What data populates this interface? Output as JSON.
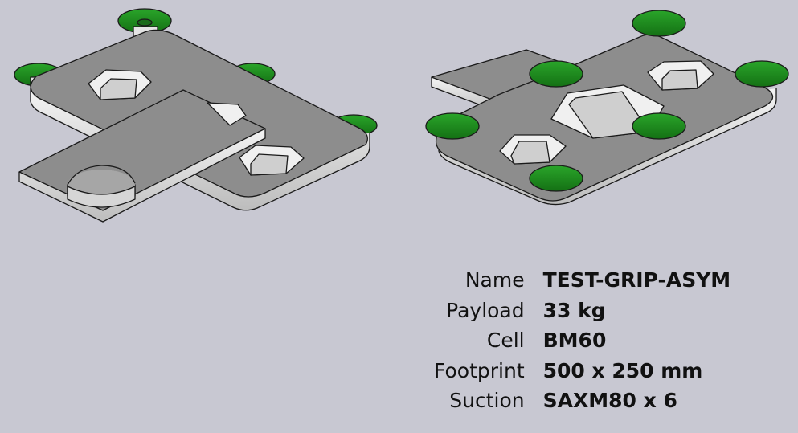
{
  "specs": [
    {
      "label": "Name",
      "value": "TEST-GRIP-ASYM"
    },
    {
      "label": "Payload",
      "value": "33 kg"
    },
    {
      "label": "Cell",
      "value": "BM60"
    },
    {
      "label": "Footprint",
      "value": "500 x 250 mm"
    },
    {
      "label": "Suction",
      "value": "SAXM80 x 6"
    }
  ],
  "colors": {
    "background": "#c8c8d2",
    "plate_top": "#8d8d8d",
    "plate_edge": "#e8e8e8",
    "suction_cup": "#1e8c1e",
    "outline": "#1a1a1a"
  }
}
